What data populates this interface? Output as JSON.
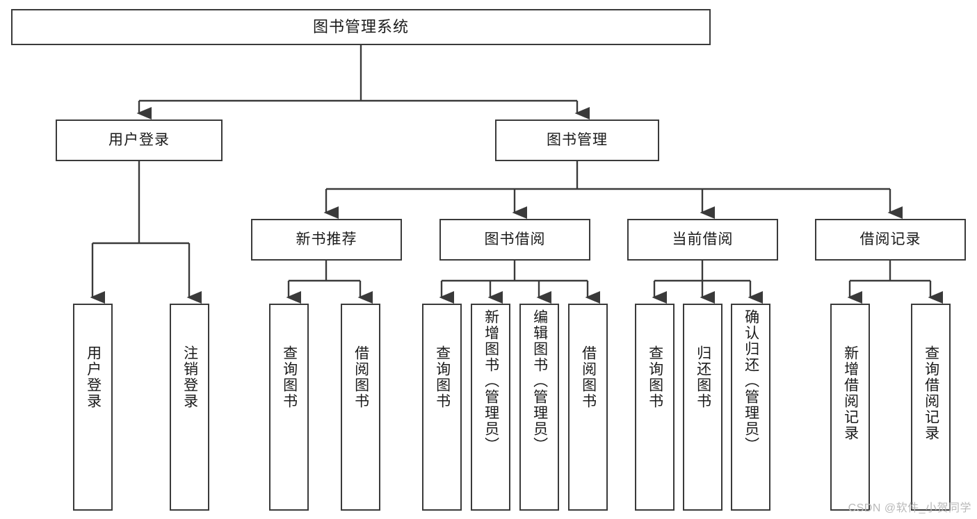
{
  "diagram": {
    "title": "图书管理系统",
    "watermark": "CSDN @软件_小贺同学",
    "line_color": "#3a3a3a",
    "box_fill": "#ffffff",
    "text_color": "#1a1a1a",
    "watermark_color": "#b9b9b9"
  },
  "root": {
    "label": "图书管理系统"
  },
  "level1": [
    {
      "label": "用户登录"
    },
    {
      "label": "图书管理"
    }
  ],
  "level2": [
    {
      "label": "新书推荐"
    },
    {
      "label": "图书借阅"
    },
    {
      "label": "当前借阅"
    },
    {
      "label": "借阅记录"
    }
  ],
  "leaves": {
    "user_login": [
      {
        "label": "用户登录"
      },
      {
        "label": "注销登录"
      }
    ],
    "new_book_recommend": [
      {
        "label": "查询图书"
      },
      {
        "label": "借阅图书"
      }
    ],
    "book_borrow": [
      {
        "label": "查询图书"
      },
      {
        "label": "新增图书（管理员）"
      },
      {
        "label": "编辑图书（管理员）"
      },
      {
        "label": "借阅图书"
      }
    ],
    "current_borrow": [
      {
        "label": "查询图书"
      },
      {
        "label": "归还图书"
      },
      {
        "label": "确认归还（管理员）"
      }
    ],
    "borrow_records": [
      {
        "label": "新增借阅记录"
      },
      {
        "label": "查询借阅记录"
      }
    ]
  }
}
